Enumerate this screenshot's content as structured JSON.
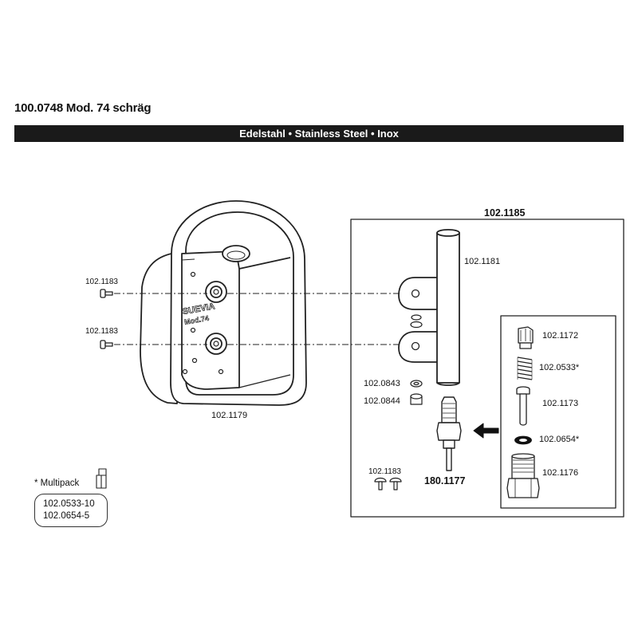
{
  "header": {
    "title": "100.0748 Mod. 74 schräg",
    "banner": "Edelstahl • Stainless Steel • Inox"
  },
  "labels": {
    "screw_top": "102.1183",
    "screw_bottom": "102.1183",
    "body": "102.1179",
    "logo_brand": "SUEVIA",
    "logo_model": "Mod.74",
    "assembly": "102.1185",
    "tube": "102.1181",
    "washer": "102.0843",
    "nut": "102.0844",
    "valve_main": "180.1177",
    "screws_small": "102.1183",
    "cap": "102.1172",
    "spring": "102.0533*",
    "pin": "102.1173",
    "oring": "102.0654*",
    "valve_body": "102.1176"
  },
  "multipack": {
    "title": "* Multipack",
    "items": [
      "102.0533-10",
      "102.0654-5"
    ]
  },
  "icons": [
    "screw-icon",
    "package-icon",
    "arrow-left-icon"
  ]
}
